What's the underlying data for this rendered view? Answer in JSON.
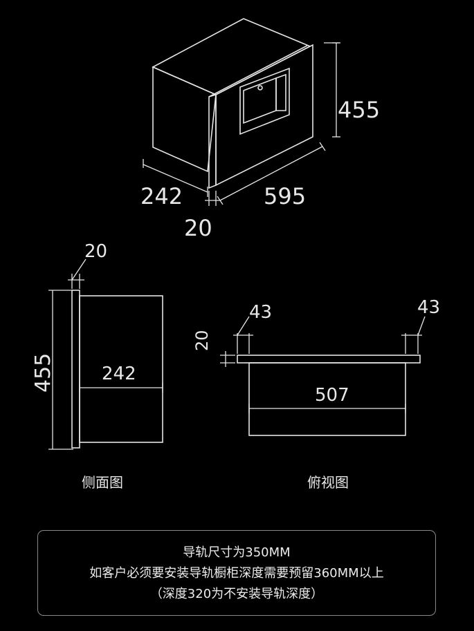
{
  "iso_view": {
    "height": "455",
    "depth": "242",
    "width": "595",
    "panel": "20"
  },
  "side_view": {
    "panel": "20",
    "height": "455",
    "depth": "242",
    "caption": "侧面图"
  },
  "top_view": {
    "rail_left": "43",
    "rail_right": "43",
    "panel": "20",
    "width": "507",
    "caption": "俯视图"
  },
  "notes": {
    "line1": "导轨尺寸为350MM",
    "line2": "如客户必须要安装导轨橱柜深度需要预留360MM以上",
    "line3": "（深度320为不安装导轨深度）"
  }
}
